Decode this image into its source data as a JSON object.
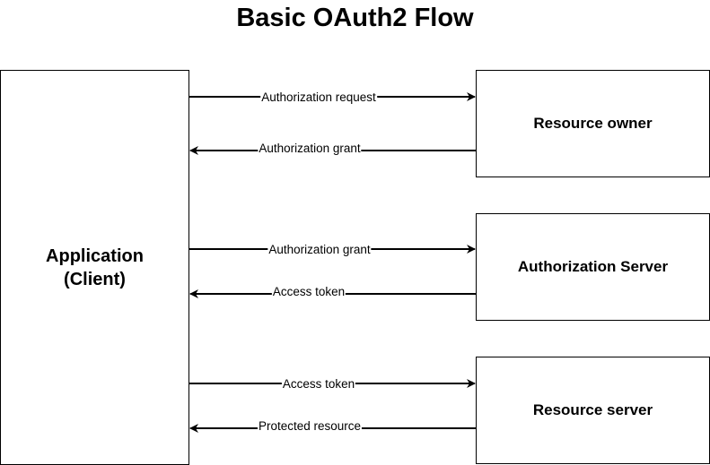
{
  "title": "Basic OAuth2 Flow",
  "client": {
    "line1": "Application",
    "line2": "(Client)"
  },
  "resource_owner": {
    "label": "Resource owner",
    "request_label": "Authorization request",
    "response_label": "Authorization grant"
  },
  "authorization_server": {
    "label": "Authorization Server",
    "request_label": "Authorization grant",
    "response_label": "Access token"
  },
  "resource_server": {
    "label": "Resource server",
    "request_label": "Access token",
    "response_label": "Protected resource"
  }
}
